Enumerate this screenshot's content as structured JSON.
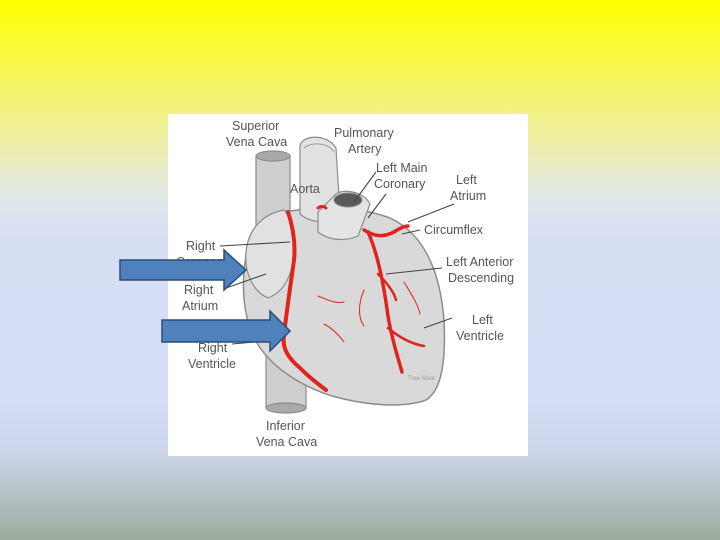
{
  "slide": {
    "title": ""
  },
  "labels": {
    "superior_vena_cava": [
      "Superior",
      "Vena Cava"
    ],
    "pulmonary_artery": [
      "Pulmonary",
      "Artery"
    ],
    "left_main_coronary": [
      "Left Main",
      "Coronary"
    ],
    "left_atrium": [
      "Left",
      "Atrium"
    ],
    "aorta": "Aorta",
    "circumflex": "Circumflex",
    "right_coronary": [
      "Right",
      "Coronary"
    ],
    "left_anterior_descending": [
      "Left Anterior",
      "Descending"
    ],
    "right_atrium": [
      "Right",
      "Atrium"
    ],
    "left_ventricle": [
      "Left",
      "Ventricle"
    ],
    "right_ventricle": [
      "Right",
      "Ventricle"
    ],
    "inferior_vena_cava": [
      "Inferior",
      "Vena Cava"
    ],
    "watermark": "Tree Mast"
  },
  "colors": {
    "artery": "#e0231c",
    "heart_fill": "#d9d9d9",
    "heart_outline": "#8c8c8c",
    "callout_arrow_fill": "#4f81bd",
    "callout_arrow_stroke": "#2a4d7a"
  }
}
